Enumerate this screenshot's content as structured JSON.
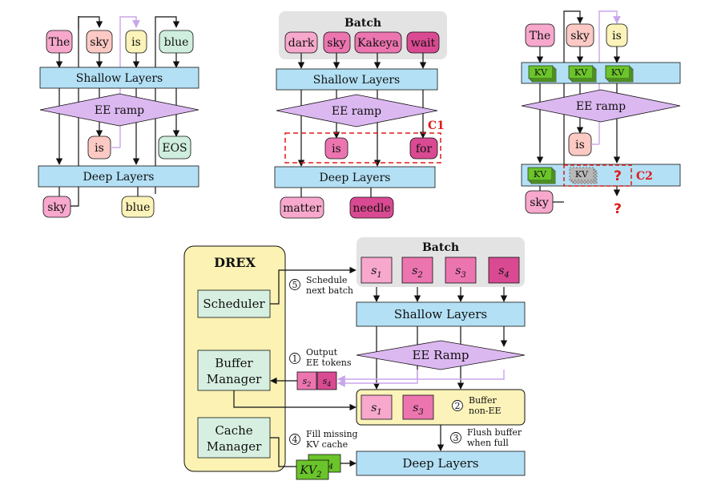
{
  "panel1": {
    "tokens_in": [
      "The",
      "sky",
      "is",
      "blue"
    ],
    "shallow": "Shallow Layers",
    "ramp": "EE ramp",
    "exit_is": "is",
    "exit_eos": "EOS",
    "deep": "Deep Layers",
    "out_sky": "sky",
    "out_blue": "blue"
  },
  "panel2": {
    "batch_label": "Batch",
    "tokens_in": [
      "dark",
      "sky",
      "Kakeya",
      "wait"
    ],
    "shallow": "Shallow Layers",
    "ramp": "EE ramp",
    "c1": "C1",
    "exit_is": "is",
    "exit_for": "for",
    "deep": "Deep Layers",
    "out_matter": "matter",
    "out_needle": "needle"
  },
  "panel3": {
    "tokens_in": [
      "The",
      "sky",
      "is"
    ],
    "kv": "KV",
    "ramp": "EE ramp",
    "exit_is": "is",
    "c2": "C2",
    "out_sky": "sky",
    "question": "?"
  },
  "drex": {
    "title": "DREX",
    "scheduler": "Scheduler",
    "buffer_manager": [
      "Buffer",
      "Manager"
    ],
    "cache_manager": [
      "Cache",
      "Manager"
    ],
    "batch_label": "Batch",
    "batch_items": [
      {
        "base": "s",
        "sub": "1"
      },
      {
        "base": "s",
        "sub": "2"
      },
      {
        "base": "s",
        "sub": "3"
      },
      {
        "base": "s",
        "sub": "4"
      }
    ],
    "shallow": "Shallow Layers",
    "ramp": "EE Ramp",
    "deep": "Deep Layers",
    "buffer_items": [
      {
        "base": "s",
        "sub": "1"
      },
      {
        "base": "s",
        "sub": "3"
      }
    ],
    "ee_tokens": [
      {
        "base": "s",
        "sub": "2"
      },
      {
        "base": "s",
        "sub": "4"
      }
    ],
    "kv_base": "KV",
    "kv_sub_front": "2",
    "kv_sub_back": "4",
    "steps": [
      {
        "num": "5",
        "lines": [
          "Schedule",
          "next batch"
        ]
      },
      {
        "num": "1",
        "lines": [
          "Output",
          "EE tokens"
        ]
      },
      {
        "num": "2",
        "lines": [
          "Buffer",
          "non-EE"
        ]
      },
      {
        "num": "3",
        "lines": [
          "Flush buffer",
          "when full"
        ]
      },
      {
        "num": "4",
        "lines": [
          "Fill missing",
          "KV cache"
        ]
      }
    ]
  },
  "colors": {
    "layer_blue": "#b3e0f5",
    "ramp_purple": "#dcb8f0",
    "pink_light": "#f7a8cc",
    "pink_mid": "#ec75b0",
    "pink_dark": "#d94a92",
    "peach": "#fcc9c4",
    "yellow": "#fbf3b9",
    "mint": "#cfeedd",
    "kv_green": "#6ac42a",
    "drex_yellow": "#fbf2b4",
    "module_green": "#d7efe1",
    "batch_gray": "#e3e3e3",
    "lavender_arrow": "#c9a6ea",
    "red": "#e01a1a"
  }
}
